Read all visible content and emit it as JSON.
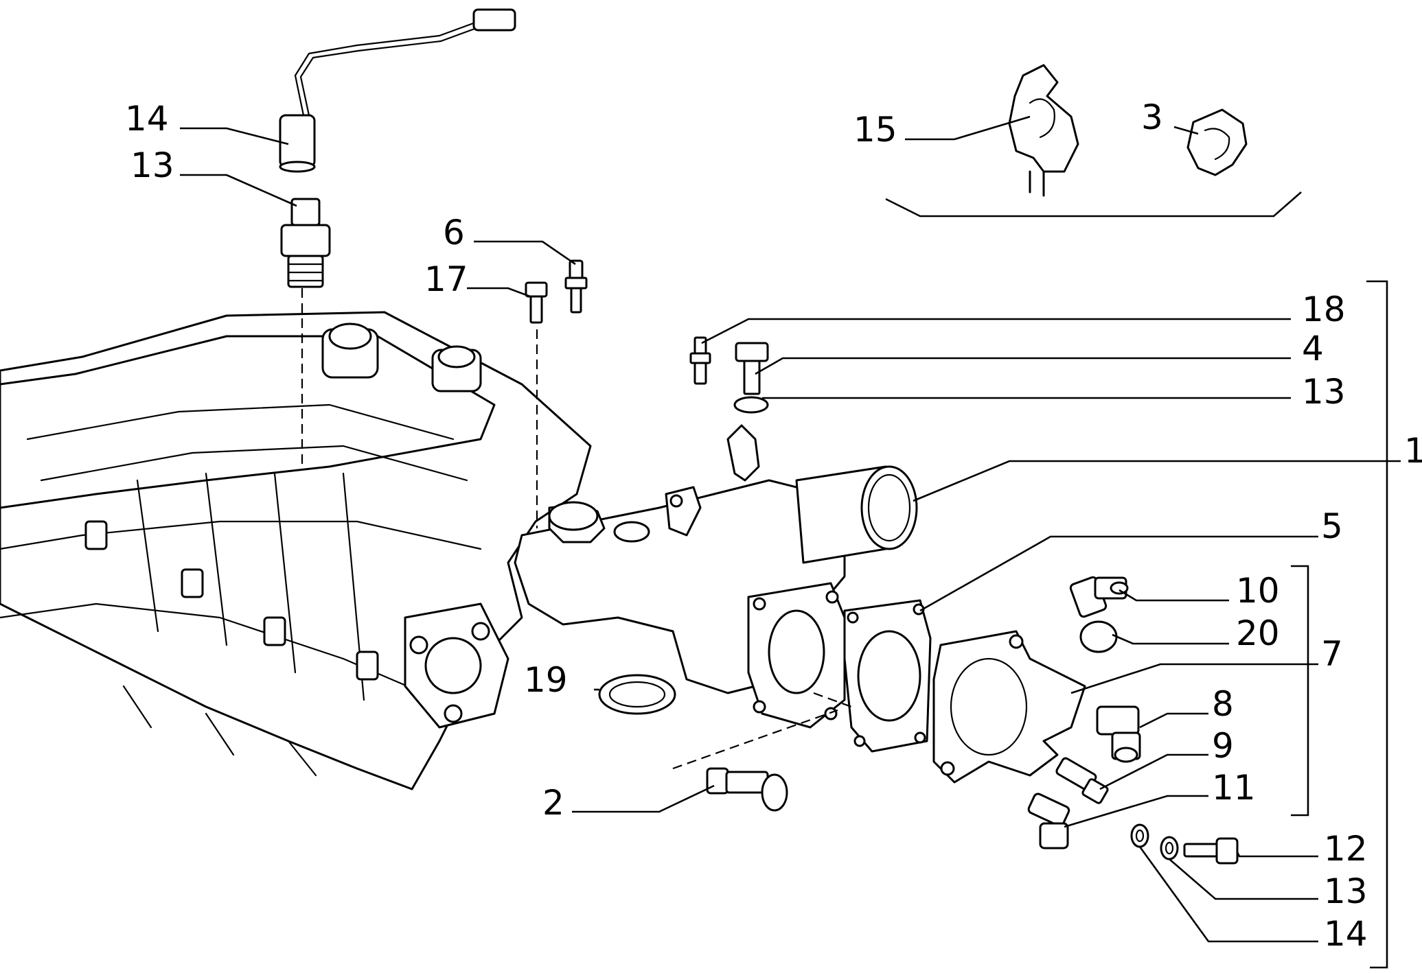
{
  "diagram": {
    "callouts": [
      {
        "id": "c14a",
        "label": "14"
      },
      {
        "id": "c13a",
        "label": "13"
      },
      {
        "id": "c15",
        "label": "15"
      },
      {
        "id": "c3",
        "label": "3"
      },
      {
        "id": "c6",
        "label": "6"
      },
      {
        "id": "c17",
        "label": "17"
      },
      {
        "id": "c18",
        "label": "18"
      },
      {
        "id": "c4",
        "label": "4"
      },
      {
        "id": "c13b",
        "label": "13"
      },
      {
        "id": "c1",
        "label": "1"
      },
      {
        "id": "c5",
        "label": "5"
      },
      {
        "id": "c10",
        "label": "10"
      },
      {
        "id": "c20",
        "label": "20"
      },
      {
        "id": "c7",
        "label": "7"
      },
      {
        "id": "c19",
        "label": "19"
      },
      {
        "id": "c8",
        "label": "8"
      },
      {
        "id": "c9",
        "label": "9"
      },
      {
        "id": "c2",
        "label": "2"
      },
      {
        "id": "c11",
        "label": "11"
      },
      {
        "id": "c12",
        "label": "12"
      },
      {
        "id": "c13c",
        "label": "13"
      },
      {
        "id": "c14b",
        "label": "14"
      }
    ]
  }
}
